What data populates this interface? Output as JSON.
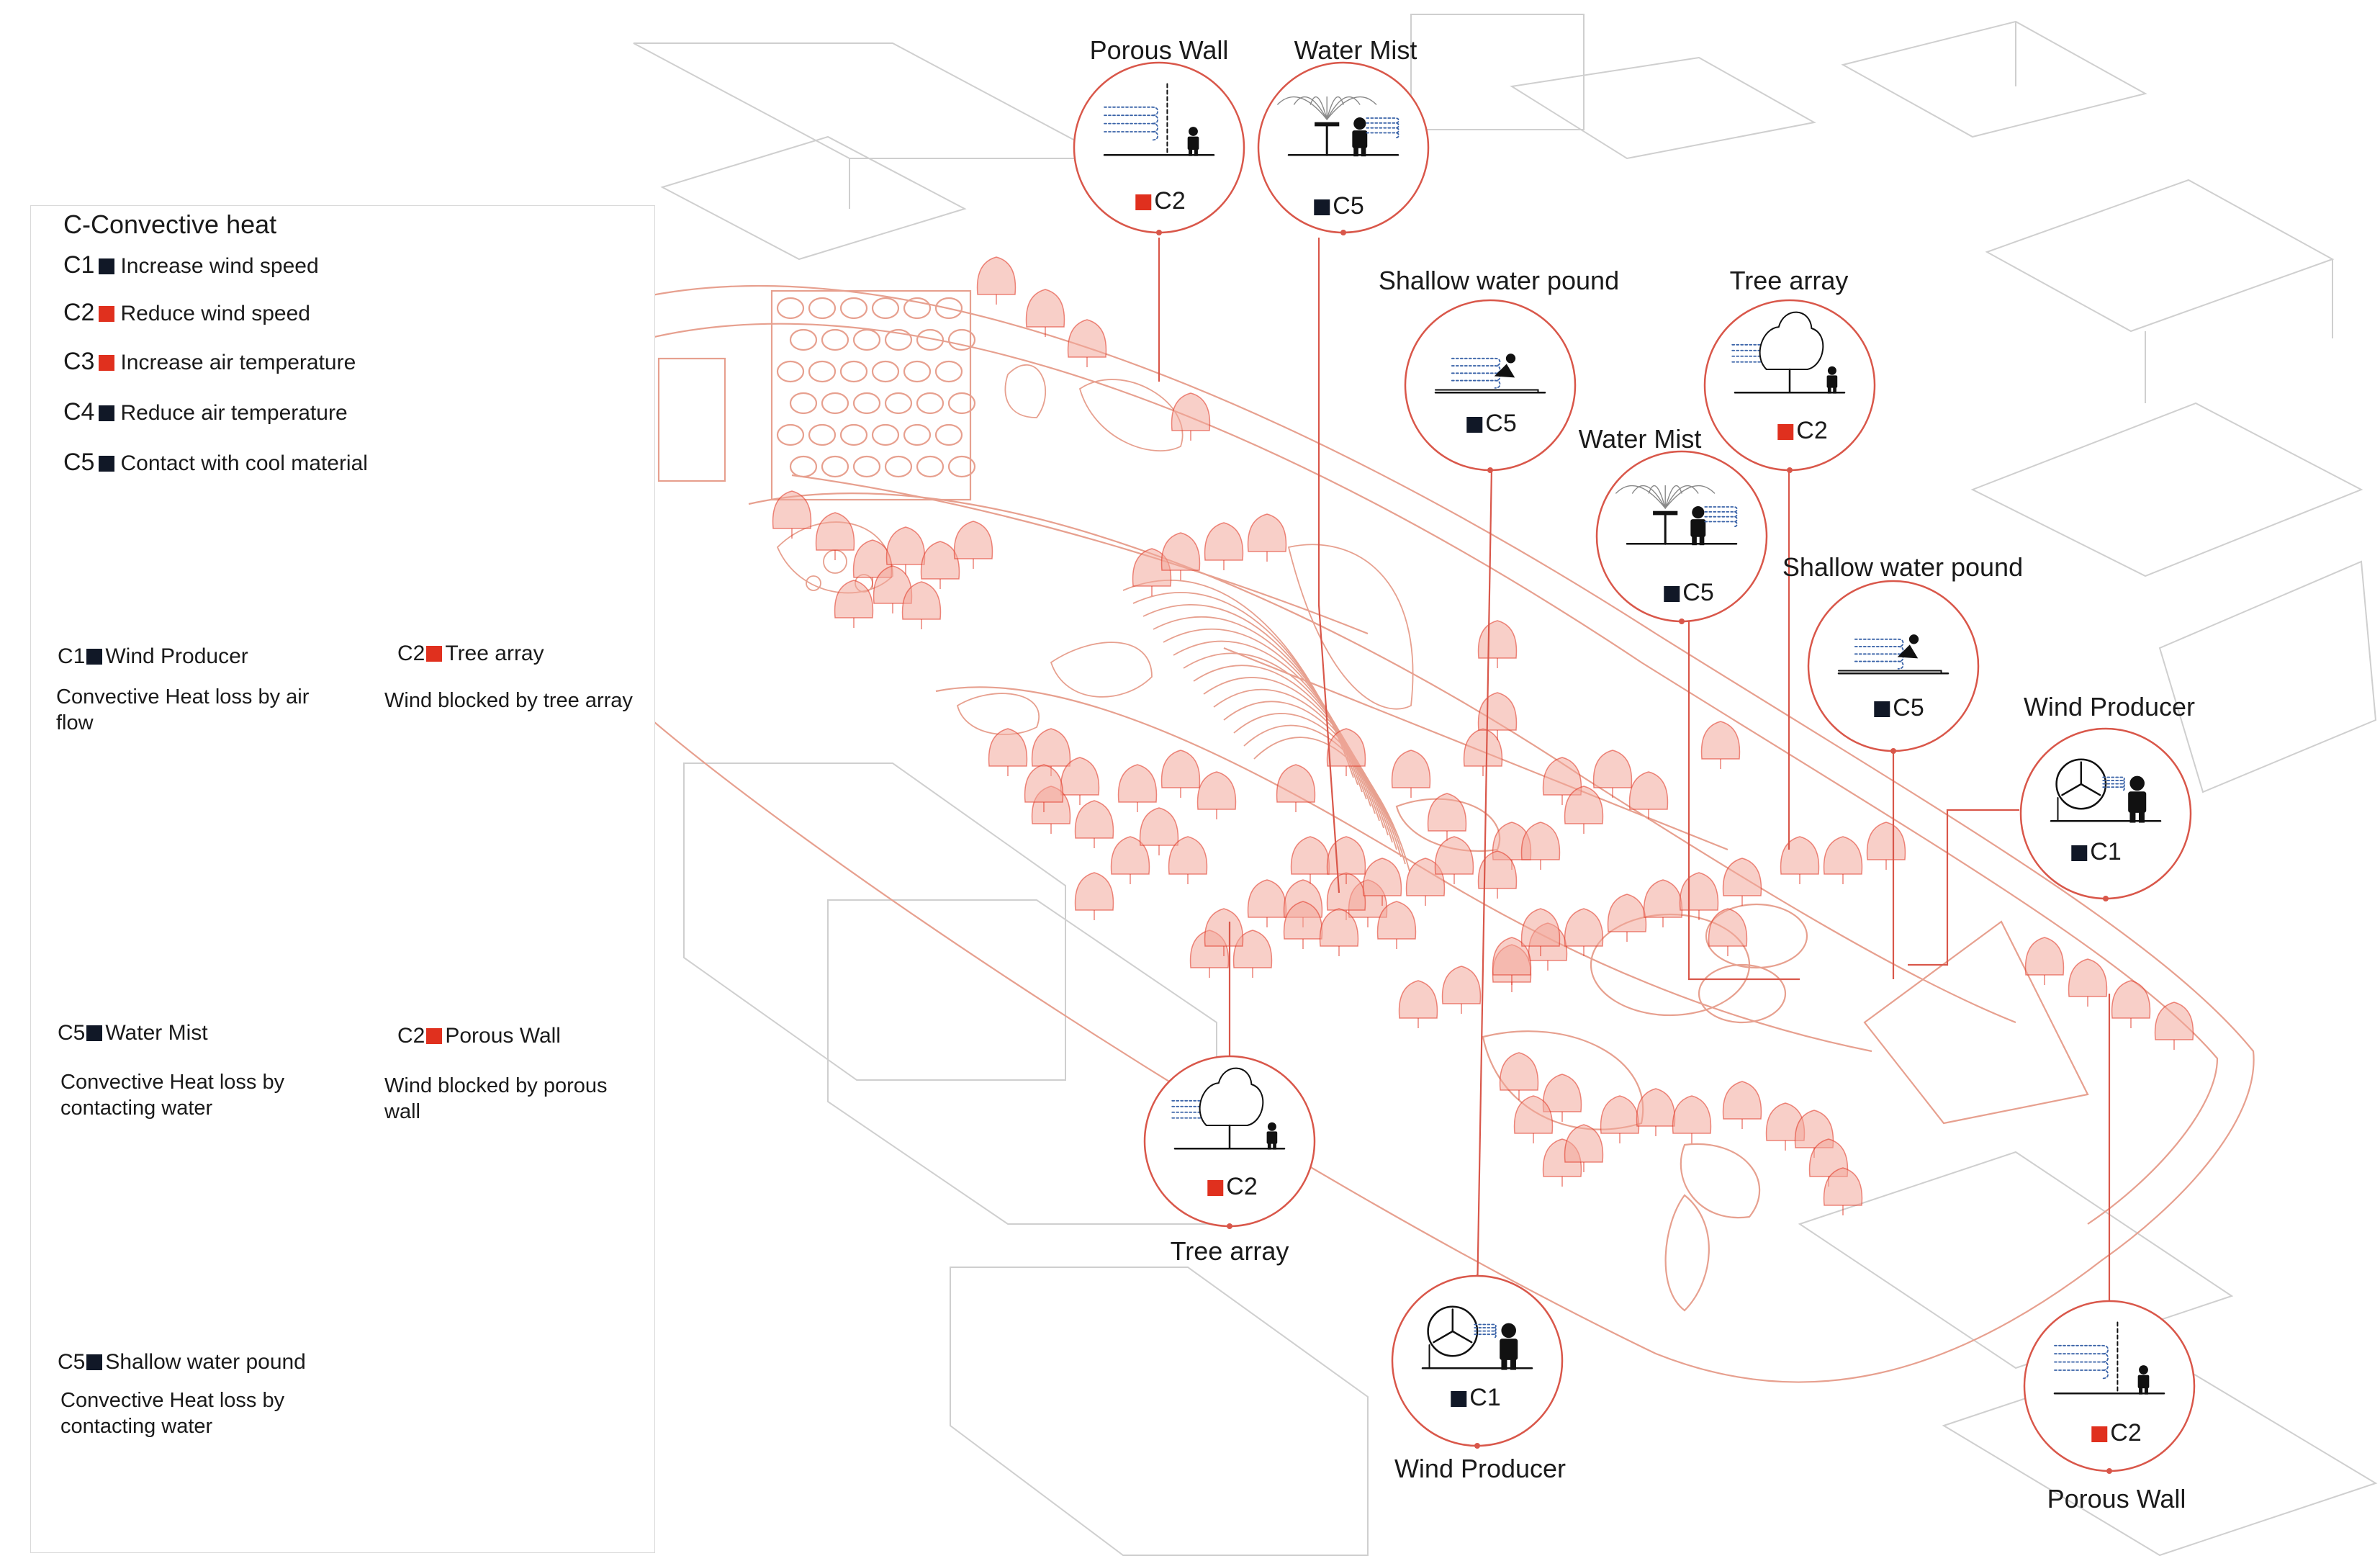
{
  "colors": {
    "accent_red": "#e0301e",
    "dark_square": "#111827",
    "plan_line": "#e7a08f",
    "context_line": "#cfcfcf",
    "text": "#1a1a1a"
  },
  "legend": {
    "title": "C-Convective heat",
    "codes": [
      {
        "code": "C1",
        "square": "dark",
        "desc": "Increase wind speed"
      },
      {
        "code": "C2",
        "square": "red",
        "desc": "Reduce wind speed"
      },
      {
        "code": "C3",
        "square": "red",
        "desc": "Increase air temperature"
      },
      {
        "code": "C4",
        "square": "dark",
        "desc": "Reduce air temperature"
      },
      {
        "code": "C5",
        "square": "dark",
        "desc": "Contact with cool material"
      }
    ],
    "items": [
      {
        "code": "C1",
        "square": "dark",
        "name": "Wind Producer",
        "desc": "Convective Heat loss by air flow",
        "icon": "wind-producer-icon"
      },
      {
        "code": "C2",
        "square": "red",
        "name": "Tree array",
        "desc": "Wind blocked by tree array",
        "icon": "tree-array-icon"
      },
      {
        "code": "C5",
        "square": "dark",
        "name": "Water Mist",
        "desc": "Convective Heat loss by contacting water",
        "icon": "water-mist-icon"
      },
      {
        "code": "C2",
        "square": "red",
        "name": "Porous Wall",
        "desc": "Wind blocked by porous wall",
        "icon": "porous-wall-icon"
      },
      {
        "code": "C5",
        "square": "dark",
        "name": "Shallow water pound",
        "desc": "Convective Heat loss by contacting water",
        "icon": "shallow-water-icon"
      }
    ]
  },
  "callouts": [
    {
      "title": "Porous Wall",
      "code": "C2",
      "square": "red",
      "icon": "porous-wall-icon"
    },
    {
      "title": "Water Mist",
      "code": "C5",
      "square": "dark",
      "icon": "water-mist-icon"
    },
    {
      "title": "Shallow water pound",
      "code": "C5",
      "square": "dark",
      "icon": "shallow-water-icon"
    },
    {
      "title": "Tree array",
      "code": "C2",
      "square": "red",
      "icon": "tree-array-icon"
    },
    {
      "title": "Water Mist",
      "code": "C5",
      "square": "dark",
      "icon": "water-mist-icon"
    },
    {
      "title": "Shallow water pound",
      "code": "C5",
      "square": "dark",
      "icon": "shallow-water-icon"
    },
    {
      "title": "Wind Producer",
      "code": "C1",
      "square": "dark",
      "icon": "wind-producer-icon"
    },
    {
      "title": "Tree array",
      "code": "C2",
      "square": "red",
      "icon": "tree-array-icon"
    },
    {
      "title": "Wind Producer",
      "code": "C1",
      "square": "dark",
      "icon": "wind-producer-icon"
    },
    {
      "title": "Porous Wall",
      "code": "C2",
      "square": "red",
      "icon": "porous-wall-icon"
    }
  ]
}
